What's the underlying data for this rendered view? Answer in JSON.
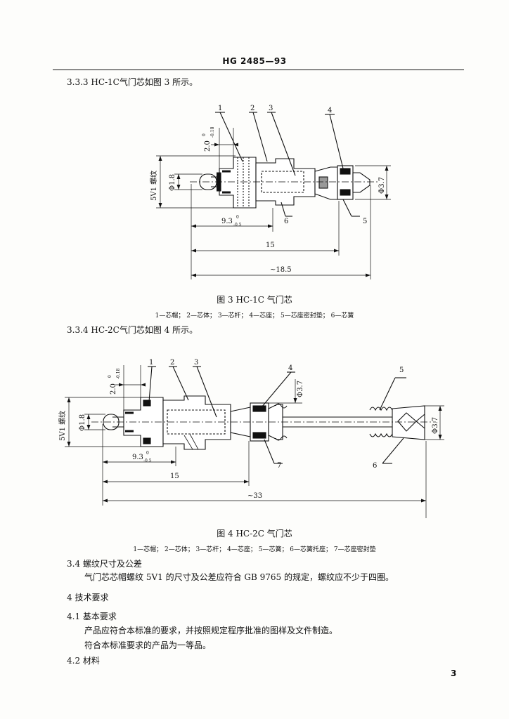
{
  "header": "HG 2485—93",
  "s333": "3.3.3  HC-1C气门芯如图 3 所示。",
  "fig3": {
    "caption": "图 3   HC-1C 气门芯",
    "legend": "1—芯帽；  2—芯体；  3—芯杆；  4—芯座；  5—芯座密封垫；  6—芯簧",
    "callouts": [
      "1",
      "2",
      "3",
      "4",
      "5",
      "6"
    ],
    "thread": "5V1 螺纹",
    "phi18": "Φ1.8",
    "phi37": "Φ3.7",
    "tol_top": "2.0",
    "tol_top_sup": "0",
    "tol_top_sub": "-0.18",
    "dim93": "9.3",
    "dim93_sup": "0",
    "dim93_sub": "-0.5",
    "dim15": "15",
    "dim185": "~18.5"
  },
  "s334": "3.3.4  HC-2C气门芯如图 4 所示。",
  "fig4": {
    "caption": "图 4   HC-2C 气门芯",
    "legend": "1—芯帽；  2—芯体；  3—芯杆；  4—芯座；  5—芯簧；  6—芯簧托座；  7—芯座密封垫",
    "callouts": [
      "1",
      "2",
      "3",
      "4",
      "5",
      "6",
      "7"
    ],
    "thread": "5V1 螺纹",
    "phi18": "Φ1.8",
    "phi37a": "Φ3.7",
    "phi37b": "Φ3.7",
    "tol_top": "2.0",
    "tol_top_sup": "0",
    "tol_top_sub": "-0.18",
    "dim93": "9.3",
    "dim93_sup": "0",
    "dim93_sub": "-0.5",
    "dim15": "15",
    "dim33": "~33"
  },
  "s34_title": "3.4   螺纹尺寸及公差",
  "s34_body": "气门芯芯帽螺纹 5V1 的尺寸及公差应符合 GB 9765 的规定，螺纹应不少于四圈。",
  "s4_title": "4   技术要求",
  "s41_title": "4.1   基本要求",
  "s41_p1": "产品应符合本标准的要求，并按照规定程序批准的图样及文件制造。",
  "s41_p2": "符合本标准要求的产品为一等品。",
  "s42_title": "4.2   材料",
  "page_number": "3"
}
